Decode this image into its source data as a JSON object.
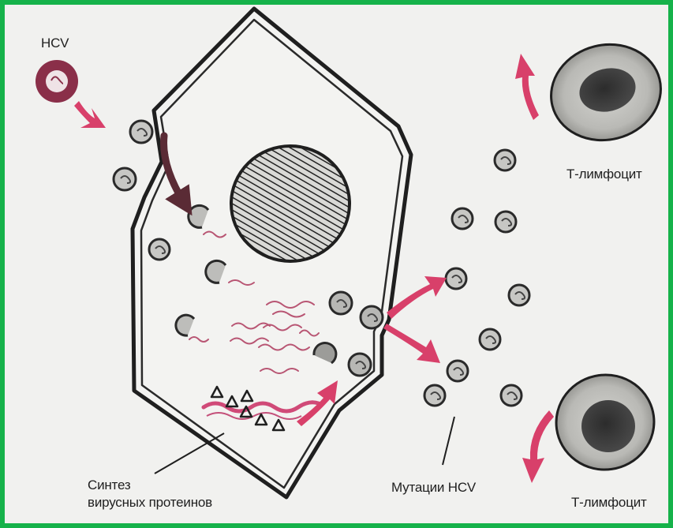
{
  "labels": {
    "virus": "HCV",
    "t_cell_top": "Т-лимфоцит",
    "t_cell_bottom": "Т-лимфоцит",
    "mutations": "Мутации HCV",
    "synthesis_line1": "Синтез",
    "synthesis_line2": "вирусных протеинов"
  },
  "colors": {
    "frame": "#16b24a",
    "background": "#f1f1ef",
    "arrow_pink": "#d8406a",
    "arrow_dark": "#5a2b35",
    "hcv_particle": "#8a2f49",
    "protein_pink": "#d04a78",
    "outline": "#1f1f1f"
  }
}
